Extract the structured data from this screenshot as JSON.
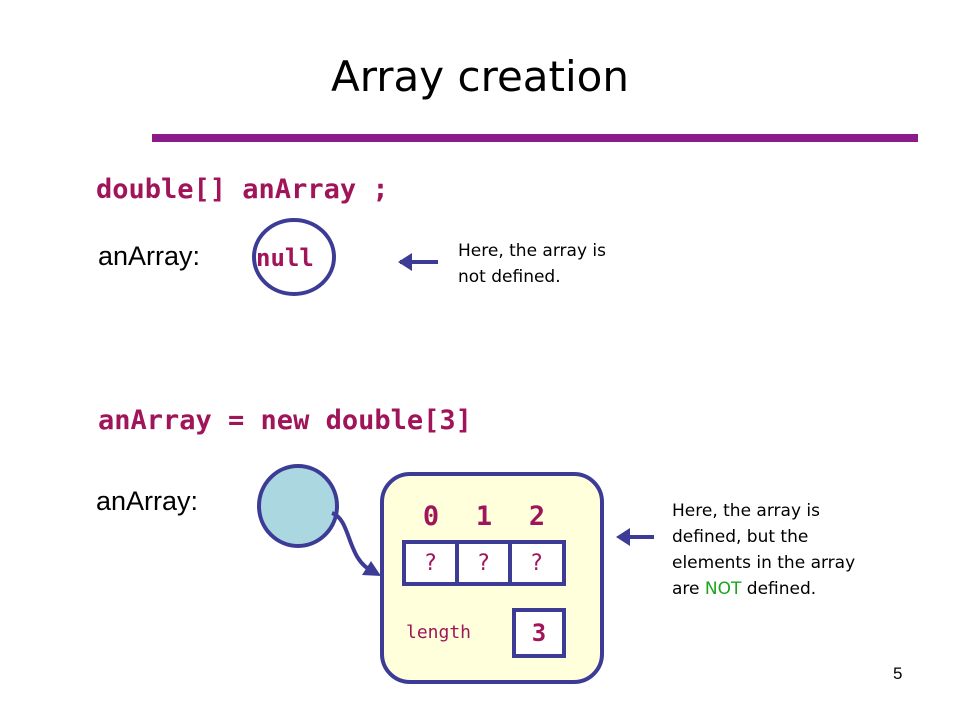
{
  "slide": {
    "title": "Array creation",
    "page_number": "5"
  },
  "declaration": {
    "code": "double[] anArray ;",
    "var_label": "anArray:",
    "value": "null",
    "note_lines": [
      "Here, the array is",
      "not defined."
    ]
  },
  "creation": {
    "code": "anArray = new double[3]",
    "var_label": "anArray:",
    "indices": [
      "0",
      "1",
      "2"
    ],
    "cells": [
      "?",
      "?",
      "?"
    ],
    "length_label": "length",
    "length_value": "3",
    "note_lines": [
      "Here, the array is",
      "defined, but the",
      "elements in the array"
    ],
    "note_last_prefix": "are ",
    "note_last_highlight": "NOT",
    "note_last_suffix": " defined."
  },
  "colors": {
    "code": "#a0145a",
    "rule": "#8b1a8b",
    "outline": "#3c3c96",
    "ref_fill": "#aad7e0",
    "array_fill": "#ffffdc",
    "highlight": "#1aa61a"
  }
}
